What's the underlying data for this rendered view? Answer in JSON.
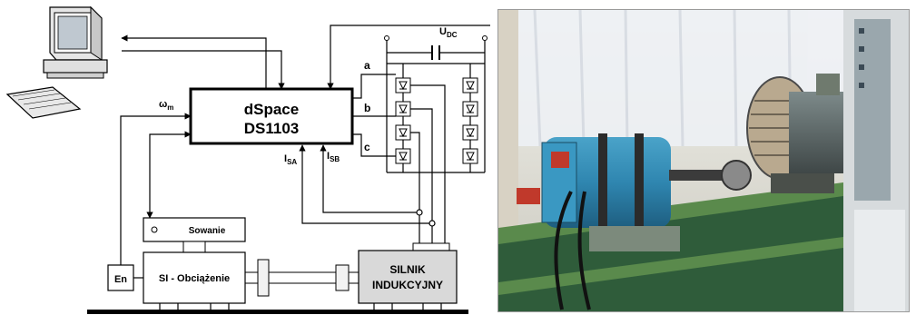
{
  "diagram": {
    "controller_line1": "dSpace",
    "controller_line2": "DS1103",
    "sowanie": "Sowanie",
    "encoder": "En",
    "load_machine": "SI - Obciążenie",
    "motor_line1": "SILNIK",
    "motor_line2": "INDUKCYJNY",
    "omega_main": "ω",
    "omega_sub": "m",
    "phase_a": "a",
    "phase_b": "b",
    "phase_c": "c",
    "udc_main": "U",
    "udc_sub": "DC",
    "isa_main": "I",
    "isa_sub": "SA",
    "isb_main": "I",
    "isb_sub": "SB"
  },
  "photo": {
    "subject": "induction-motor-test-bench"
  },
  "colors": {
    "motor_box_fill": "#d9d9d9",
    "coupling_fill": "#f2f2f2",
    "ground_bar": "#000000"
  }
}
